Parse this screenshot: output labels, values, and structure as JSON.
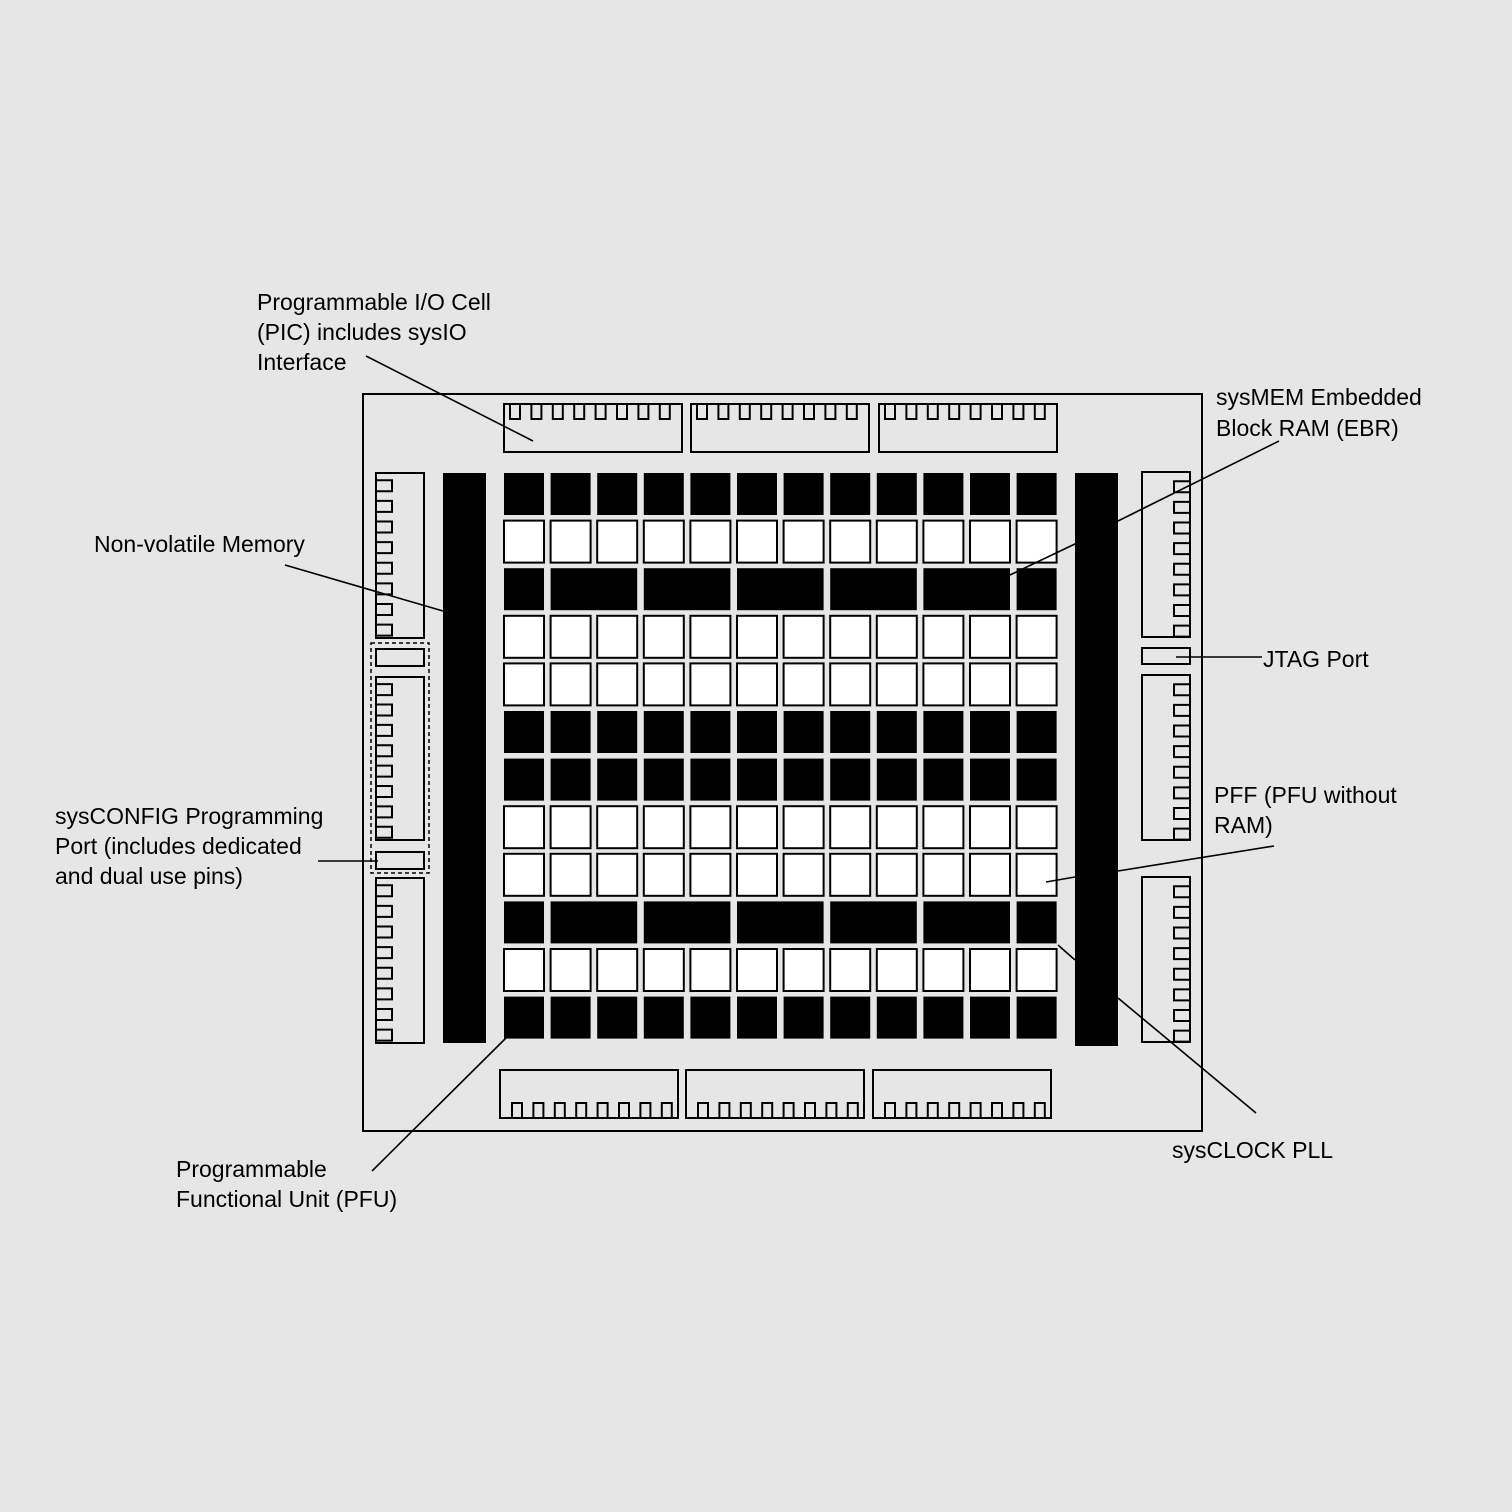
{
  "colors": {
    "background": "#e6e6e6",
    "stroke": "#000000",
    "cell_fill": "#ffffff",
    "block_fill": "#000000"
  },
  "labels": {
    "pic": [
      "Programmable I/O Cell",
      "(PIC) includes sysIO",
      "Interface"
    ],
    "nvm": [
      "Non-volatile Memory"
    ],
    "sysconfig": [
      "sysCONFIG Programming",
      "Port (includes dedicated",
      "and dual use pins)"
    ],
    "pfu": [
      "Programmable",
      "Functional Unit (PFU)"
    ],
    "sysmem": [
      "sysMEM Embedded",
      "Block RAM (EBR)"
    ],
    "jtag": [
      "JTAG Port"
    ],
    "pff": [
      "PFF (PFU without",
      "RAM)"
    ],
    "pll": [
      "sysCLOCK PLL"
    ]
  },
  "fabric": {
    "columns": 12,
    "row_types": [
      "pfu",
      "pff",
      "ebr",
      "pff",
      "pff",
      "pfu",
      "pfu",
      "pff",
      "pff",
      "ebr",
      "pff",
      "pfu"
    ]
  },
  "io_banks": {
    "top_count": 3,
    "bottom_count": 3,
    "pins_per_bank": 8
  }
}
